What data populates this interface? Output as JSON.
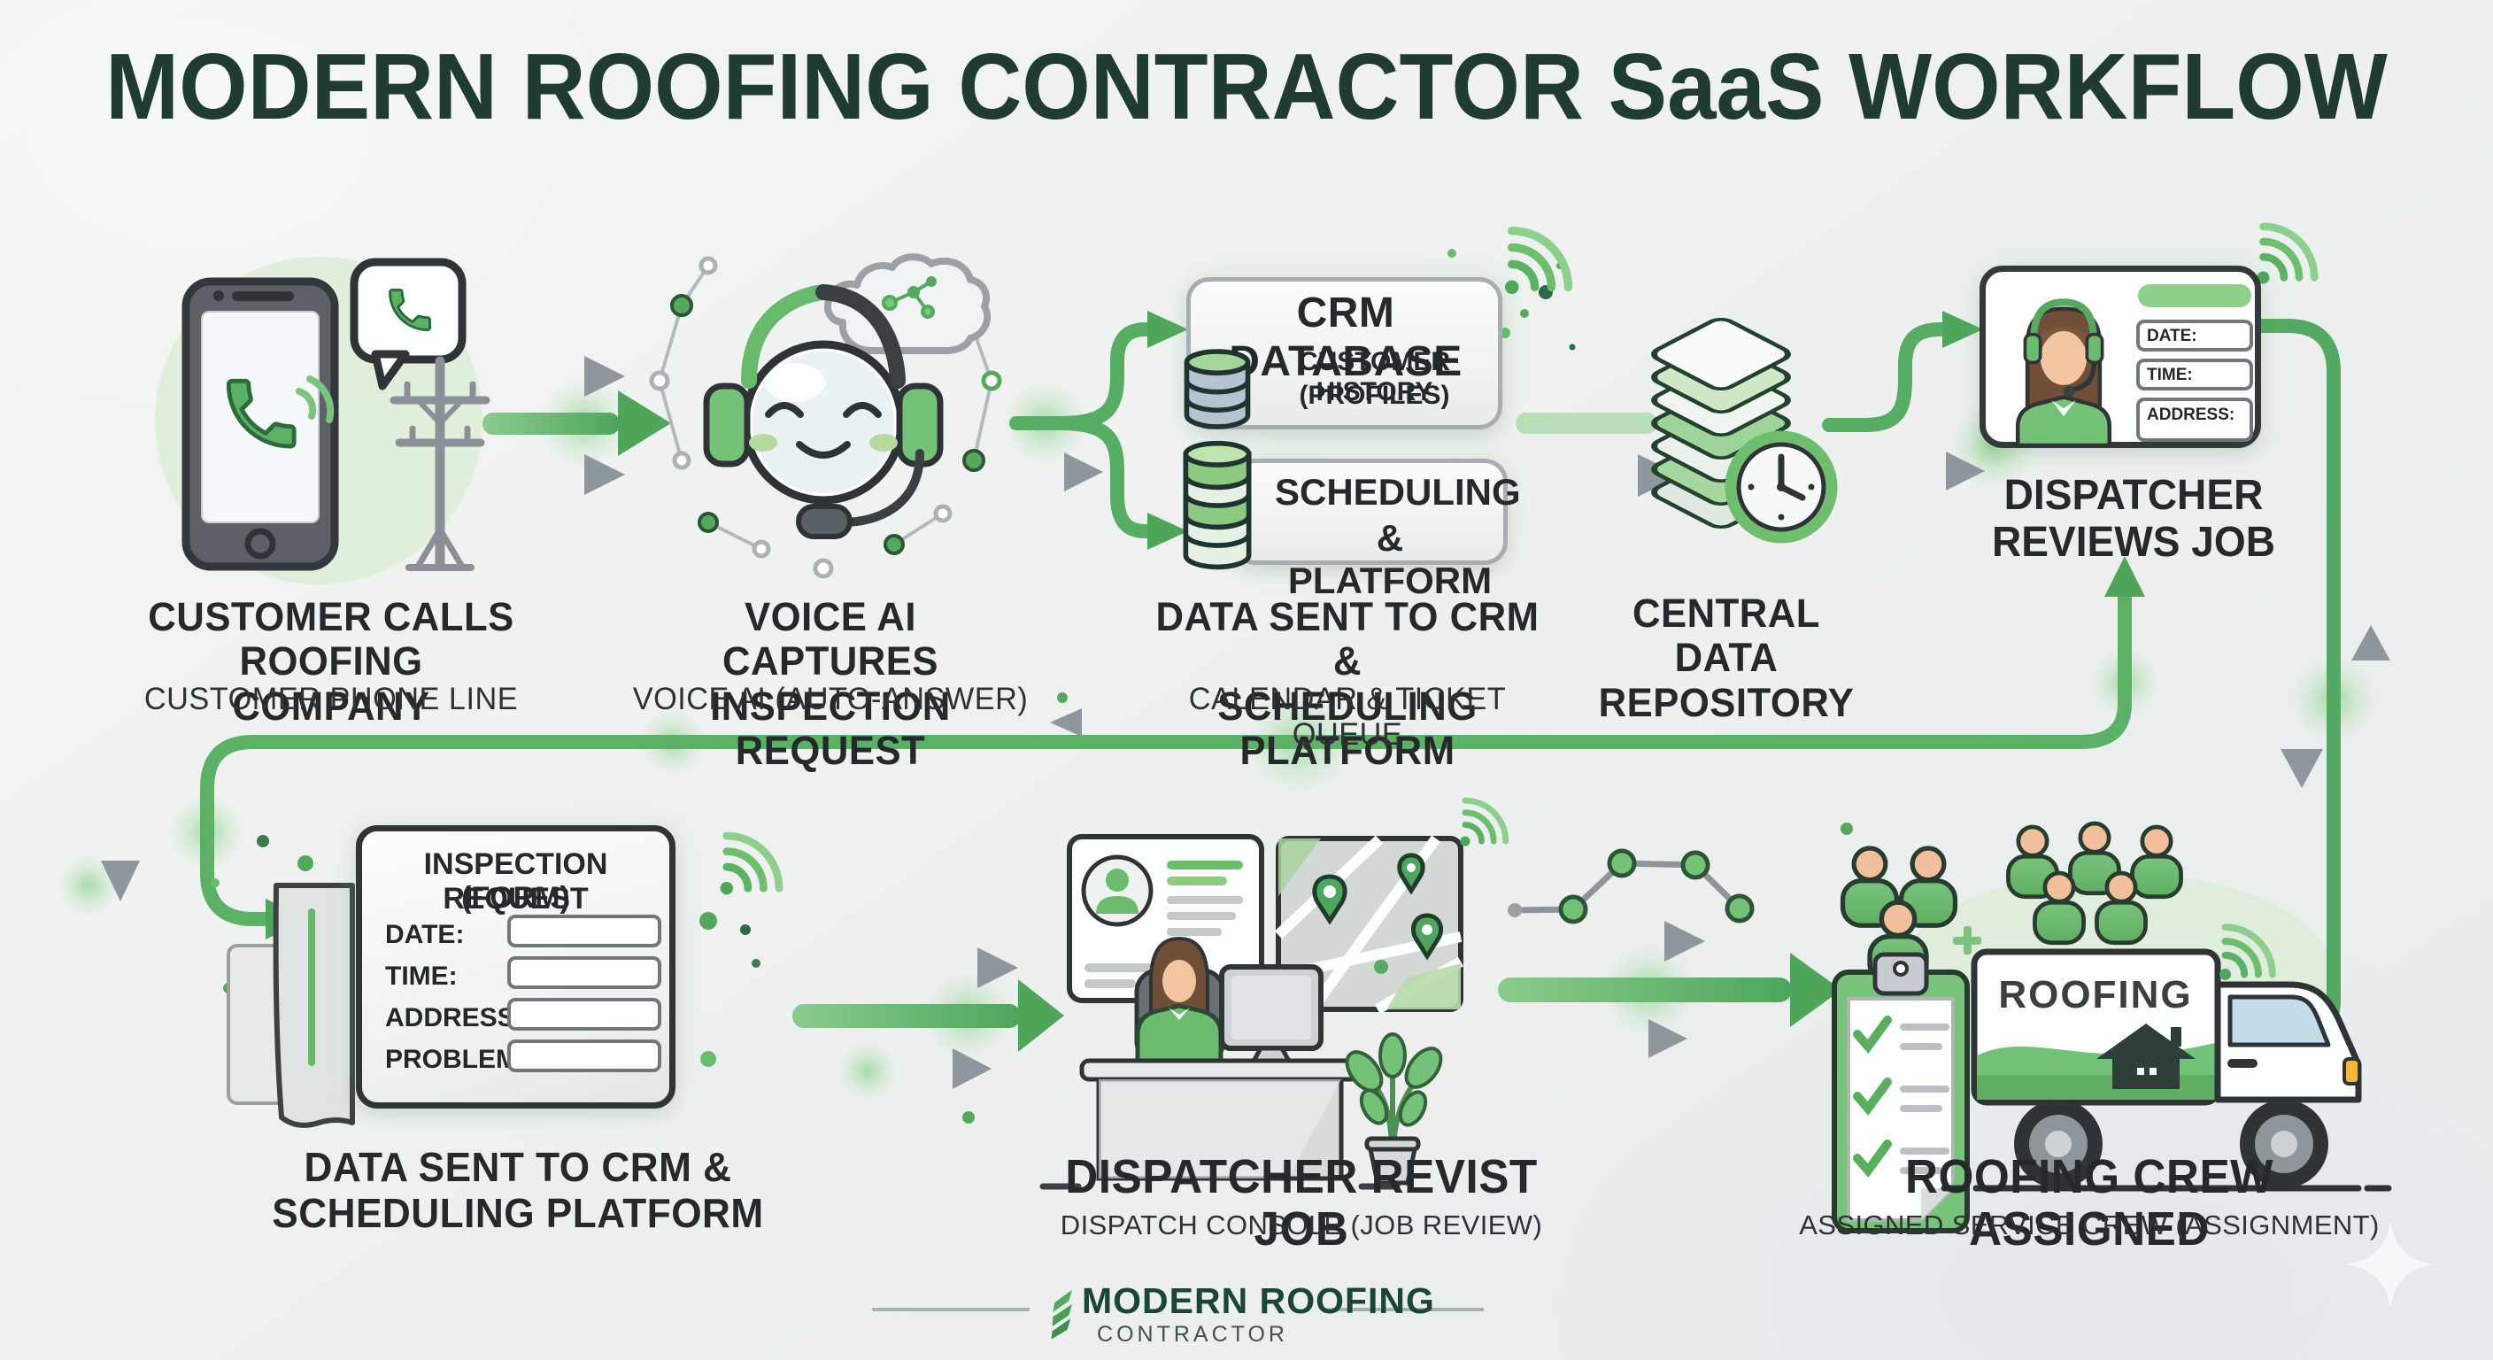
{
  "title": "MODERN ROOFING CONTRACTOR SaaS WORKFLOW",
  "colors": {
    "accent_green": "#57ad63",
    "green_dark": "#3f9d4f",
    "green_light": "#dcecd6",
    "ink": "#26292b",
    "title_ink": "#203a34",
    "gray_arrow": "#9aa2a8",
    "brand_teal": "#1b4637"
  },
  "icons": {
    "phone": "phone-icon",
    "speech_bubble": "speech-bubble-icon",
    "utility_pole": "utility-pole-icon",
    "ai_bot_headset": "ai-bot-headset-icon",
    "cloud": "cloud-icon",
    "database": "database-cylinder-icon",
    "data_stack": "data-stack-icon",
    "clock": "clock-icon",
    "wifi": "wifi-icon",
    "dispatcher_avatar": "dispatcher-avatar-icon",
    "form_sheet": "form-sheet-icon",
    "monitor": "monitor-icon",
    "map_pin": "map-pin-icon",
    "plant": "plant-icon",
    "crew_person": "crew-person-icon",
    "clipboard_checklist": "clipboard-checklist-icon",
    "roofing_truck": "roofing-truck-icon",
    "leaf_logo": "leaf-logo-icon",
    "sparkle": "sparkle-icon"
  },
  "steps": {
    "customer_call": {
      "heading1": "CUSTOMER CALLS",
      "heading2": "ROOFING COMPANY",
      "sub": "CUSTOMER PHONE LINE"
    },
    "voice_ai": {
      "heading1": "VOICE AI CAPTURES",
      "heading2": "INSPECTION REQUEST",
      "sub": "VOICE AI (AUTO-ANSWER)"
    },
    "crm": {
      "card1_title": "CRM DATABASE",
      "card1_sub1": "CUSTOMER HISTORY",
      "card1_sub2": "(PROFILES)",
      "card2_line1": "SCHEDULING",
      "card2_line2": "& PLATFORM",
      "heading1": "DATA SENT TO CRM &",
      "heading2": "SCHEDULING PLATFORM",
      "sub": "CALENDAR & TICKET QUEUE"
    },
    "repository": {
      "line1": "CENTRAL",
      "line2": "DATA",
      "line3": "REPOSITORY"
    },
    "dispatcher_review": {
      "field1": "DATE:",
      "field2": "TIME:",
      "field3": "ADDRESS:",
      "heading1": "DISPATCHER",
      "heading2": "REVIEWS JOB"
    },
    "form": {
      "title1": "INSPECTION REQUEST",
      "title2": "(FORM)",
      "fields": [
        "DATE:",
        "TIME:",
        "ADDRESS:",
        "PROBLEM:"
      ],
      "heading1": "DATA SENT TO CRM &",
      "heading2": "SCHEDULING PLATFORM"
    },
    "console": {
      "heading": "DISPATCHER REVIST JOB",
      "sub": "DISPATCH CONSOLE (JOB REVIEW)"
    },
    "crew": {
      "truck_text": "ROOFING",
      "heading": "ROOFING CREW ASSIGNED",
      "sub": "ASSIGNED SERVICE CREW (ASSIGNMENT)"
    }
  },
  "footer": {
    "brand": "MODERN ROOFING",
    "tagline": "CONTRACTOR"
  }
}
